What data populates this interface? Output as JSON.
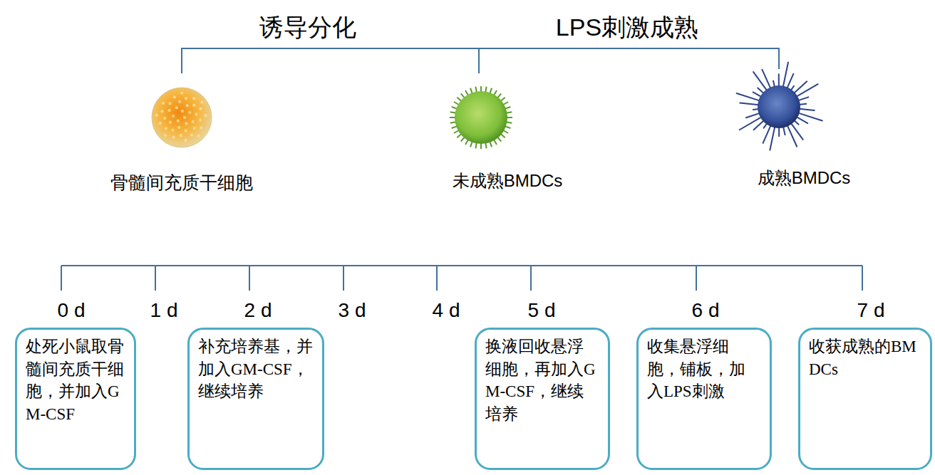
{
  "diagram": {
    "nodes": [
      {
        "text": [
          "处死小鼠取骨髓间充质干细胞，并加入GM-CSF"
        ]
      },
      {
        "text": [
          "补充培养基，并加入GM-CSF，继续培养"
        ]
      },
      {
        "text": [
          "换液回收悬浮细胞，再加入GM-CSF，继续培养"
        ]
      },
      {
        "text": [
          "收集悬浮细胞，铺板，加入LPS刺激"
        ]
      },
      {
        "text": [
          "收获成熟的BMDCs"
        ]
      }
    ],
    "labels": [
      "诱导分化",
      "LPS刺激成熟",
      "骨髓间充质干细胞",
      "未成熟BMDCs",
      "成熟BMDCs",
      "0 d",
      "1 d",
      "2 d",
      "3 d",
      "4 d",
      "5 d",
      "6 d",
      "7 d"
    ]
  }
}
